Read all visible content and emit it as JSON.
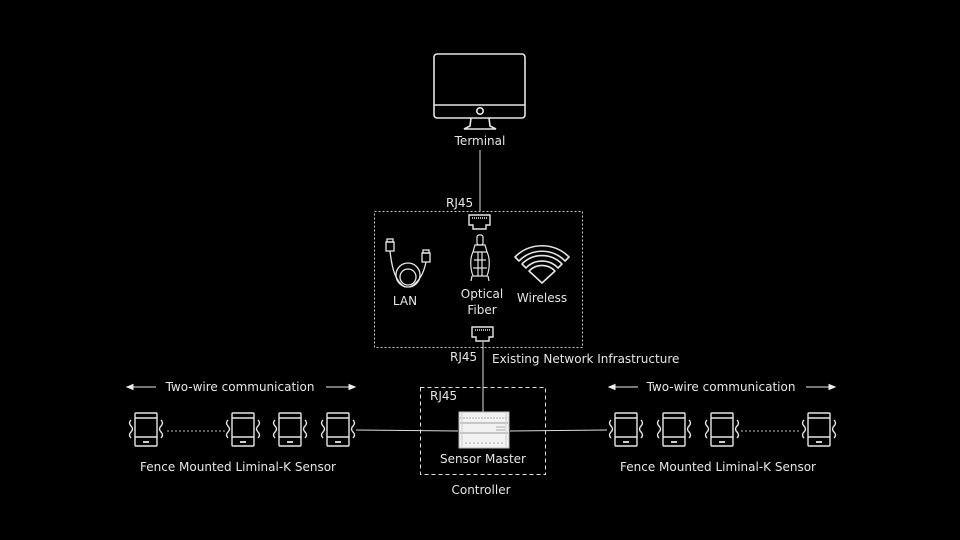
{
  "terminal": {
    "label": "Terminal",
    "icon": "monitor-icon"
  },
  "network": {
    "top_port": "RJ45",
    "bottom_port": "RJ45",
    "title": "Existing Network Infrastructure",
    "options": [
      {
        "label": "LAN",
        "icon": "lan-cable-icon"
      },
      {
        "label_line1": "Optical",
        "label_line2": "Fiber",
        "icon": "optical-fiber-icon"
      },
      {
        "label": "Wireless",
        "icon": "wifi-icon"
      }
    ]
  },
  "controller": {
    "port": "RJ45",
    "device_label": "Sensor Master",
    "box_label": "Controller",
    "icon": "sensor-master-icon"
  },
  "left_chain": {
    "comm_label": "Two-wire communication",
    "sensor_label": "Fence Mounted Liminal-K Sensor",
    "sensor_count": 4
  },
  "right_chain": {
    "comm_label": "Two-wire communication",
    "sensor_label": "Fence Mounted Liminal-K Sensor",
    "sensor_count": 4
  },
  "colors": {
    "background": "#000000",
    "stroke": "#e6e6e6"
  }
}
